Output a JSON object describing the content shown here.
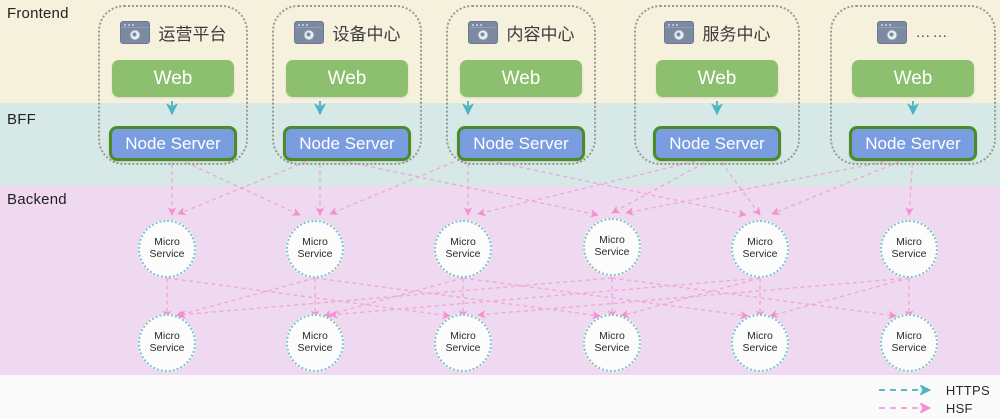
{
  "bands": [
    {
      "id": "frontend",
      "label": "Frontend",
      "color": "#f6f1dd"
    },
    {
      "id": "bff",
      "label": "BFF",
      "color": "#d7e9e6"
    },
    {
      "id": "backend",
      "label": "Backend",
      "color": "#efd9f1"
    }
  ],
  "columns": [
    {
      "title": "运营平台",
      "icon": "browser-icon",
      "web_label": "Web",
      "node_label": "Node Server"
    },
    {
      "title": "设备中心",
      "icon": "browser-icon",
      "web_label": "Web",
      "node_label": "Node Server"
    },
    {
      "title": "内容中心",
      "icon": "browser-icon",
      "web_label": "Web",
      "node_label": "Node Server"
    },
    {
      "title": "服务中心",
      "icon": "browser-icon",
      "web_label": "Web",
      "node_label": "Node Server"
    },
    {
      "title": "……",
      "icon": "browser-icon",
      "web_label": "Web",
      "node_label": "Node Server"
    }
  ],
  "microservice": {
    "line1": "Micro",
    "line2": "Service"
  },
  "microservice_rows": 2,
  "microservice_cols": 6,
  "legend": {
    "items": [
      {
        "label": "HTTPS",
        "color": "#5bb8c4",
        "style": "dashed-arrow"
      },
      {
        "label": "HSF",
        "color": "#f0a8dc",
        "style": "dashed-arrow"
      }
    ]
  },
  "colors": {
    "frontend_band": "#f6f1dd",
    "bff_band": "#d7e9e6",
    "backend_band": "#efd9f1",
    "web_green": "#8cc06e",
    "node_blue": "#7a9de0",
    "node_border_green": "#4b8b2a",
    "https_teal": "#5bb8c4",
    "hsf_pink": "#f0a8dc",
    "column_outline": "#9a9a8e",
    "ms_border": "#7fc6c9"
  }
}
